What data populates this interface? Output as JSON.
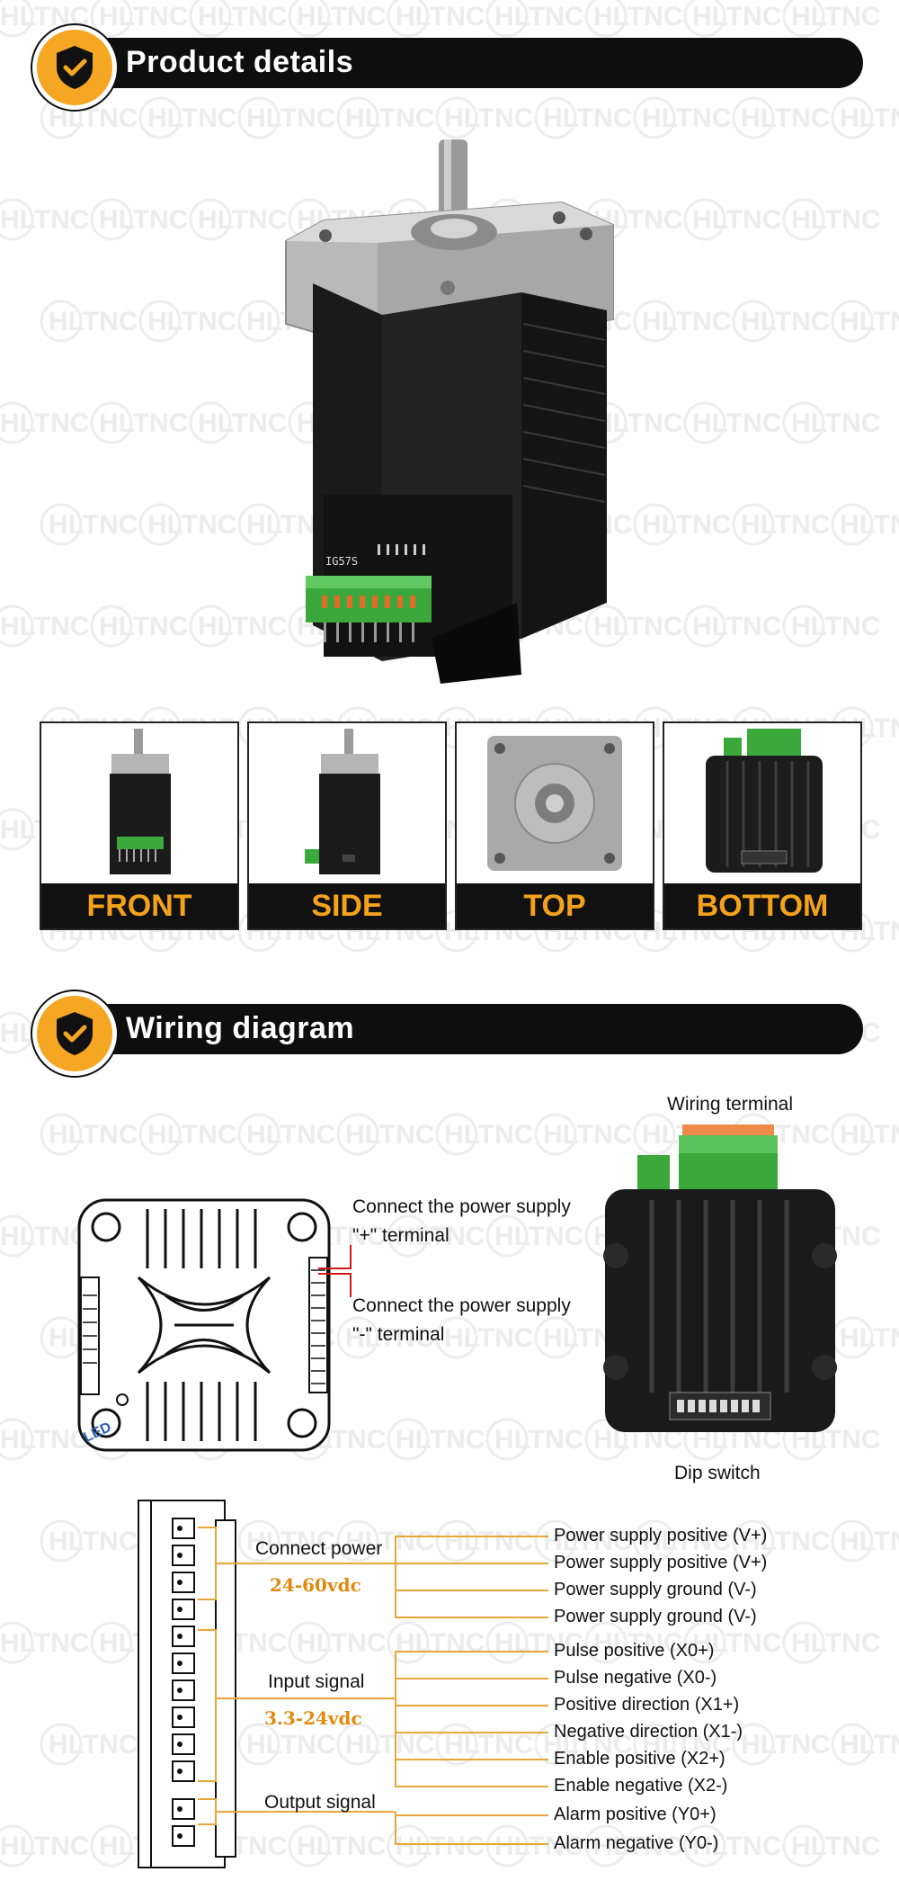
{
  "watermark": "HLTNC",
  "sections": {
    "product": {
      "title": "Product details"
    },
    "wiring": {
      "title": "Wiring diagram"
    }
  },
  "views": [
    {
      "label": "FRONT"
    },
    {
      "label": "SIDE"
    },
    {
      "label": "TOP"
    },
    {
      "label": "BOTTOM"
    }
  ],
  "motor_label": "IG57S",
  "wiring": {
    "terminal_title": "Wiring terminal",
    "dip_switch": "Dip switch",
    "power_plus": [
      "Connect the power supply",
      "\"+\" terminal"
    ],
    "power_minus": [
      "Connect the power supply",
      "\"-\" terminal"
    ],
    "led": "LED"
  },
  "groups": [
    {
      "name": "Connect power",
      "range": "24-60vdc"
    },
    {
      "name": "Input signal",
      "range": "3.3-24vdc"
    },
    {
      "name": "Output signal",
      "range": ""
    }
  ],
  "pins": [
    "Power supply positive (V+)",
    "Power supply positive (V+)",
    "Power supply ground (V-)",
    "Power supply ground (V-)",
    "Pulse positive (X0+)",
    "Pulse negative (X0-)",
    "Positive direction (X1+)",
    "Negative direction (X1-)",
    "Enable positive (X2+)",
    "Enable negative (X2-)",
    "Alarm positive (Y0+)",
    "Alarm negative (Y0-)"
  ],
  "colors": {
    "accent": "#f5a623",
    "dark": "#0e0e0e",
    "line_orange": "#e8a53a",
    "red": "#d01818"
  }
}
